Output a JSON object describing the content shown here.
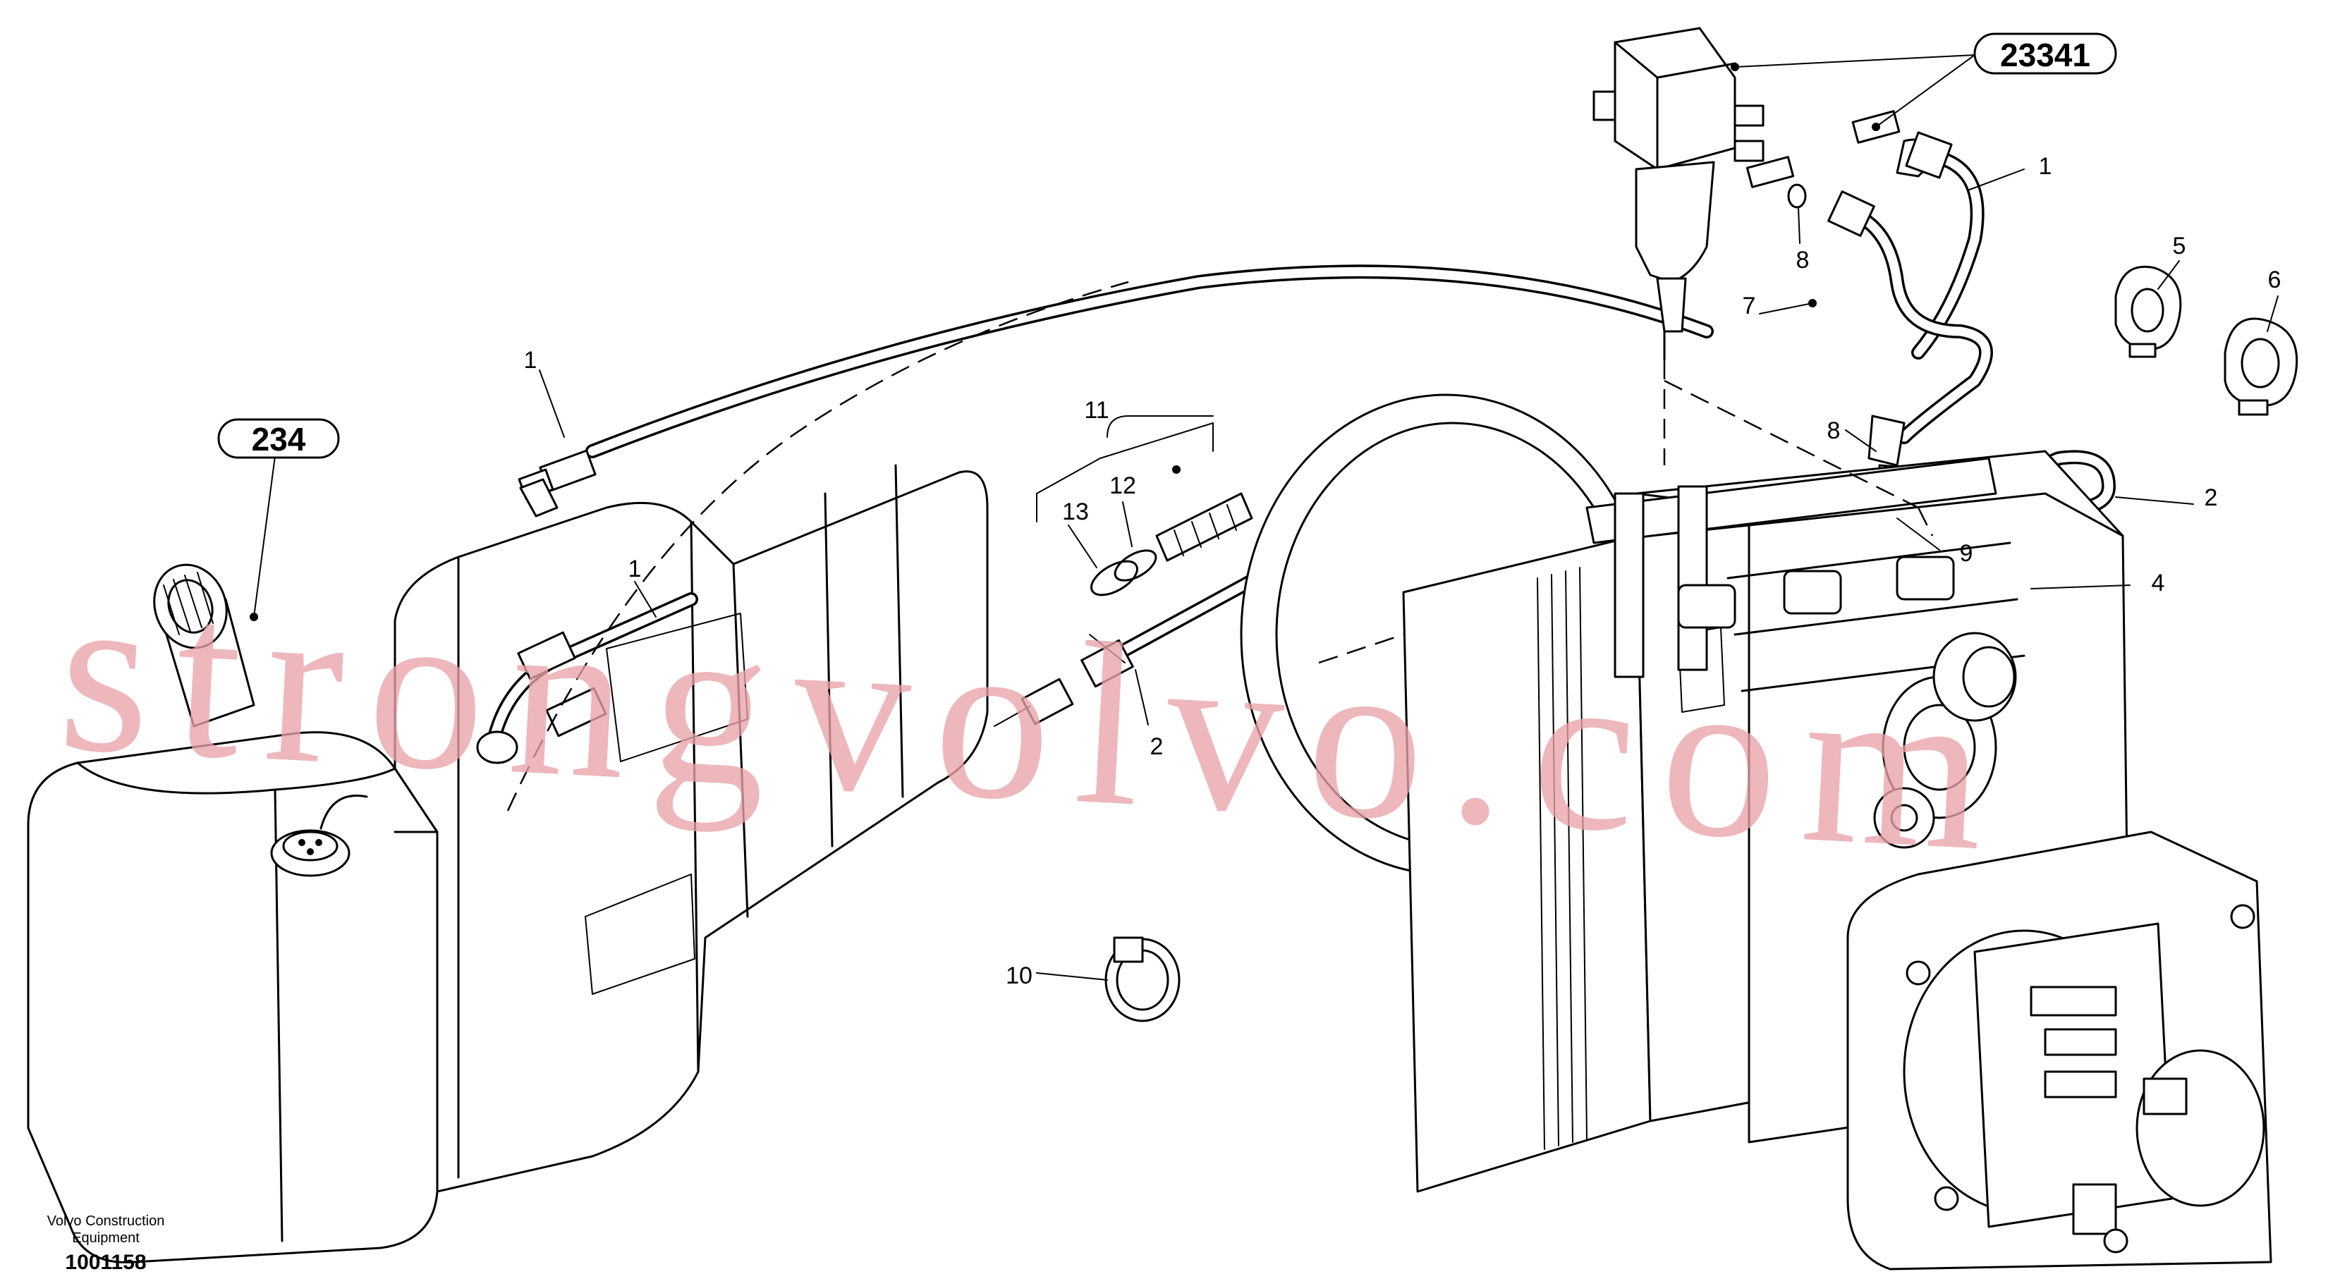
{
  "diagram": {
    "callouts": [
      {
        "id": "1",
        "label": "1"
      },
      {
        "id": "2",
        "label": "2"
      },
      {
        "id": "4",
        "label": "4"
      },
      {
        "id": "5",
        "label": "5"
      },
      {
        "id": "6",
        "label": "6"
      },
      {
        "id": "7",
        "label": "7"
      },
      {
        "id": "8",
        "label": "8"
      },
      {
        "id": "9",
        "label": "9"
      },
      {
        "id": "10",
        "label": "10"
      },
      {
        "id": "11",
        "label": "11"
      },
      {
        "id": "12",
        "label": "12"
      },
      {
        "id": "13",
        "label": "13"
      }
    ],
    "references": [
      {
        "id": "ref-234",
        "label": "234"
      },
      {
        "id": "ref-23341",
        "label": "23341"
      }
    ]
  },
  "footer": {
    "company_line1": "Volvo Construction",
    "company_line2": "Equipment",
    "document_number": "1001158"
  },
  "watermark": "strongvolvo.com"
}
